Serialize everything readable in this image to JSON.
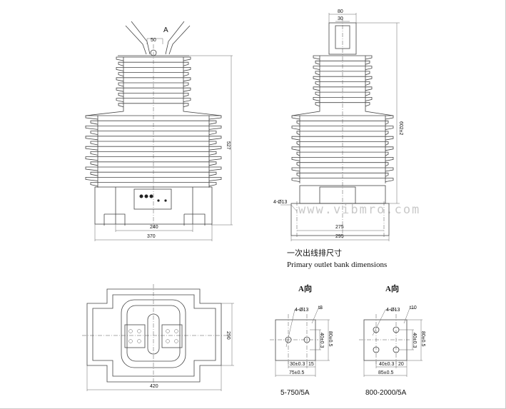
{
  "front_view": {
    "view_label": "A",
    "dim_terminal_spacing": "50",
    "dim_height": "527",
    "dim_foot_spacing": "240",
    "dim_base_width": "370"
  },
  "side_view": {
    "dim_terminal_width": "80",
    "dim_terminal_inner": "30",
    "dim_height": "602±2",
    "dim_mount_holes": "4-Ø13",
    "dim_hole_spacing": "275",
    "dim_base_width": "295"
  },
  "plan_view": {
    "dim_depth": "290",
    "dim_width": "420"
  },
  "outlet_section": {
    "title_cn": "一次出线排尺寸",
    "title_en": "Primary outlet bank dimensions"
  },
  "plates": [
    {
      "view_label": "A向",
      "holes": "4-Ø13",
      "thickness": "t8",
      "dim_v_inner": "40±0.3",
      "dim_v_outer": "80±0.5",
      "dim_h_inner": "30±0.3",
      "dim_h_edge": "15",
      "dim_h_outer": "75±0.5",
      "caption": "5-750/5A"
    },
    {
      "view_label": "A向",
      "holes": "4-Ø13",
      "thickness": "t10",
      "dim_v_inner": "40±0.3",
      "dim_v_outer": "80±0.5",
      "dim_h_inner": "40±0.3",
      "dim_h_edge": "20",
      "dim_h_outer": "85±0.5",
      "caption": "800-2000/5A"
    }
  ],
  "watermark": "www.vibmro.com"
}
